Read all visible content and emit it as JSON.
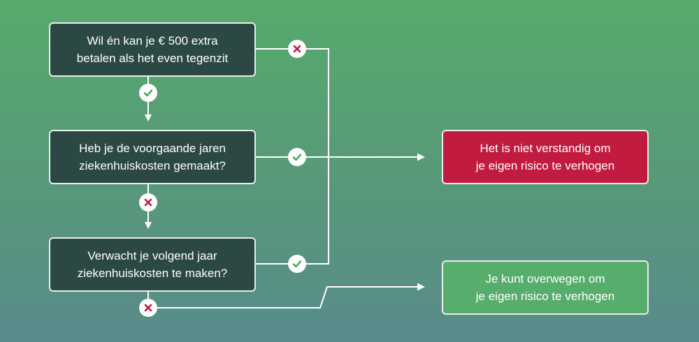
{
  "questions": [
    {
      "text": "Wil én kan je € 500 extra\nbetalen als het even tegenzit"
    },
    {
      "text": "Heb je de voorgaande jaren\nziekenhuiskosten gemaakt?"
    },
    {
      "text": "Verwacht je volgend jaar\nziekenhuiskosten te maken?"
    }
  ],
  "outcomes": {
    "negative": {
      "text": "Het is niet verstandig om\nje eigen risico te verhogen",
      "color": "#c11b3f"
    },
    "positive": {
      "text": "Je kunt overwegen om\nje eigen risico te verhogen",
      "color": "#57ad6b"
    }
  },
  "icons": {
    "yes": "check-icon",
    "no": "cross-icon",
    "yes_color": "#3aa655",
    "no_color": "#c4183c"
  }
}
